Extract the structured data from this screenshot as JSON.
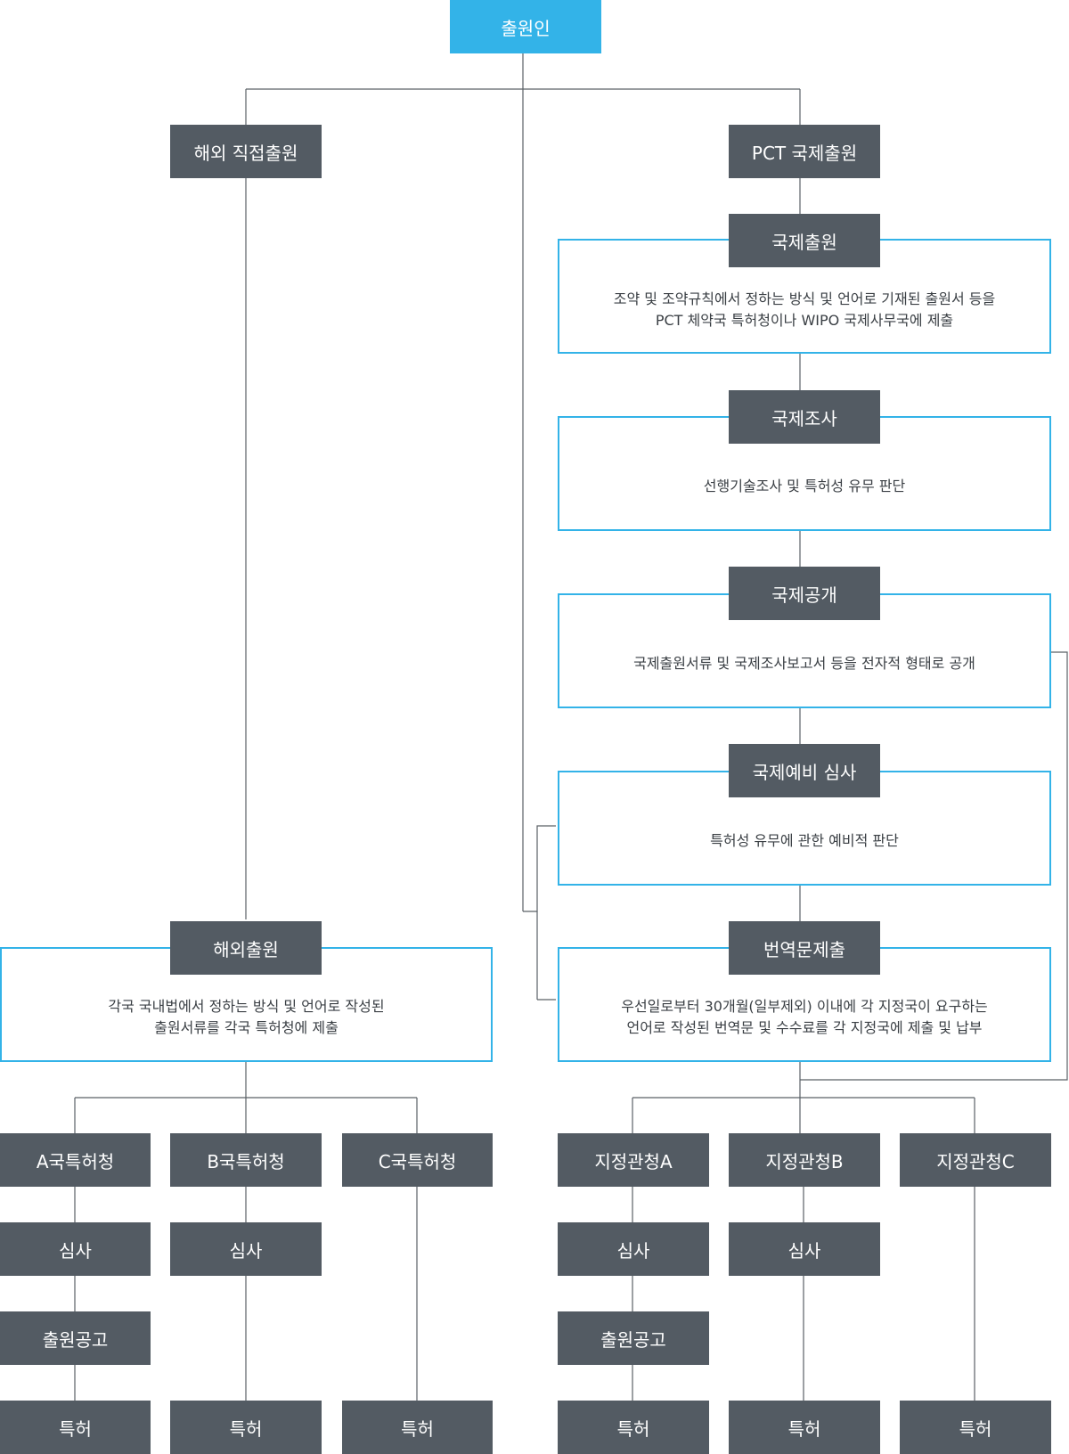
{
  "root": {
    "label": "출원인"
  },
  "branches": {
    "direct": {
      "label": "해외 직접출원",
      "filing": {
        "label": "해외출원",
        "description": "각국 국내법에서 정하는 방식 및 언어로 작성된\n출원서류를 각국 특허청에 제출"
      },
      "offices": [
        {
          "label": "A국특허청",
          "steps": [
            "심사",
            "출원공고"
          ],
          "result": "특허"
        },
        {
          "label": "B국특허청",
          "steps": [
            "심사"
          ],
          "result": "특허"
        },
        {
          "label": "C국특허청",
          "steps": [],
          "result": "특허"
        }
      ]
    },
    "pct": {
      "label": "PCT 국제출원",
      "stages": [
        {
          "label": "국제출원",
          "description": "조약 및 조약규칙에서 정하는 방식 및 언어로 기재된 출원서 등을\nPCT 체약국 특허청이나 WIPO 국제사무국에 제출"
        },
        {
          "label": "국제조사",
          "description": "선행기술조사 및 특허성 유무 판단"
        },
        {
          "label": "국제공개",
          "description": "국제출원서류 및 국제조사보고서 등을 전자적 형태로 공개"
        },
        {
          "label": "국제예비 심사",
          "description": "특허성 유무에 관한 예비적 판단"
        },
        {
          "label": "번역문제출",
          "description": "우선일로부터 30개월(일부제외) 이내에 각 지정국이 요구하는\n언어로 작성된 번역문 및 수수료를 각 지정국에 제출 및 납부"
        }
      ],
      "offices": [
        {
          "label": "지정관청A",
          "steps": [
            "심사",
            "출원공고"
          ],
          "result": "특허"
        },
        {
          "label": "지정관청B",
          "steps": [
            "심사"
          ],
          "result": "특허"
        },
        {
          "label": "지정관청C",
          "steps": [],
          "result": "특허"
        }
      ]
    }
  },
  "colors": {
    "node": "#535b63",
    "root": "#33b3e8",
    "frame": "#33b3e8",
    "line": "#5a6066"
  }
}
